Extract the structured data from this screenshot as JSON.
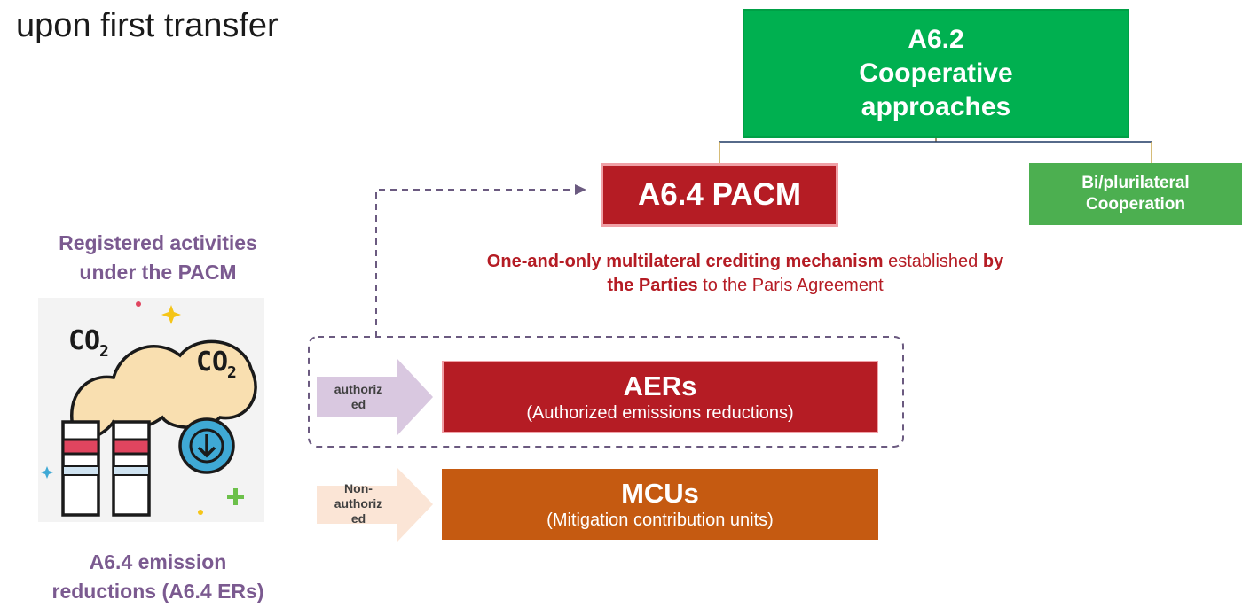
{
  "page_title": "upon first transfer",
  "a62": {
    "line1": "A6.2",
    "line2": "Cooperative",
    "line3": "approaches"
  },
  "pacm": {
    "label": "A6.4 PACM"
  },
  "bilateral": {
    "line1": "Bi/plurilateral",
    "line2": "Cooperation"
  },
  "pacm_description": {
    "part1": "One-and-only multilateral crediting mechanism",
    "part2": " established ",
    "part3": "by the Parties",
    "part4": " to the Paris Agreement"
  },
  "activities": {
    "line1": "Registered activities",
    "line2": "under the PACM"
  },
  "emission_reductions": {
    "line1": "A6.4 emission",
    "line2": "reductions (A6.4 ERs)"
  },
  "illustration": {
    "co2_label_left": "CO",
    "co2_label_right": "CO",
    "co2_subscript": "2"
  },
  "aers": {
    "title": "AERs",
    "subtitle": "(Authorized emissions reductions)"
  },
  "mcus": {
    "title": "MCUs",
    "subtitle": "(Mitigation contribution units)"
  },
  "authorized_arrow": {
    "line1": "authoriz",
    "line2": "ed"
  },
  "non_authorized_arrow": {
    "line1": "Non-",
    "line2": "authoriz",
    "line3": "ed"
  },
  "colors": {
    "green": "#00b050",
    "light_green": "#4caf50",
    "dark_red": "#b51c24",
    "orange": "#c55a11",
    "purple_text": "#7b5a90",
    "lavender_arrow": "#d9c8e0",
    "peach_arrow": "#fbe5d6"
  }
}
